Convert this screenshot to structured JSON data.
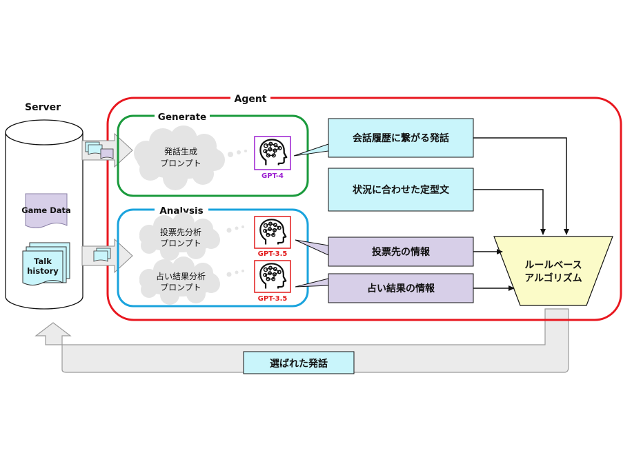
{
  "server": {
    "title": "Server",
    "game_data": "Game Data",
    "talk_history_line1": "Talk",
    "talk_history_line2": "history"
  },
  "agent": {
    "title": "Agent"
  },
  "generate": {
    "title": "Generate",
    "prompt_line1": "発話生成",
    "prompt_line2": "プロンプト",
    "model": "GPT-4",
    "model_color": "#9b1fd1"
  },
  "analysis": {
    "title": "Analysis",
    "vote_prompt_line1": "投票先分析",
    "vote_prompt_line2": "プロンプト",
    "vote_model": "GPT-3.5",
    "divine_prompt_line1": "占い結果分析",
    "divine_prompt_line2": "プロンプト",
    "divine_model": "GPT-3.5",
    "model_color": "#e21b1b"
  },
  "outputs": {
    "linked_utterance": "会話履歴に繋がる発話",
    "template_sentence": "状況に合わせた定型文",
    "vote_info": "投票先の情報",
    "divine_info": "占い結果の情報"
  },
  "rule_based": {
    "line1": "ルールベース",
    "line2": "アルゴリズム"
  },
  "return": {
    "label": "選ばれた発話"
  },
  "colors": {
    "agent_border": "#e8171f",
    "generate_border": "#1a9a3c",
    "analysis_border": "#1aa3dd",
    "cyan_box": "#c9f5fb",
    "purple_box": "#d7cfe8",
    "rule_fill": "#fbfbc8",
    "arrow_gray": "#ebebeb"
  }
}
